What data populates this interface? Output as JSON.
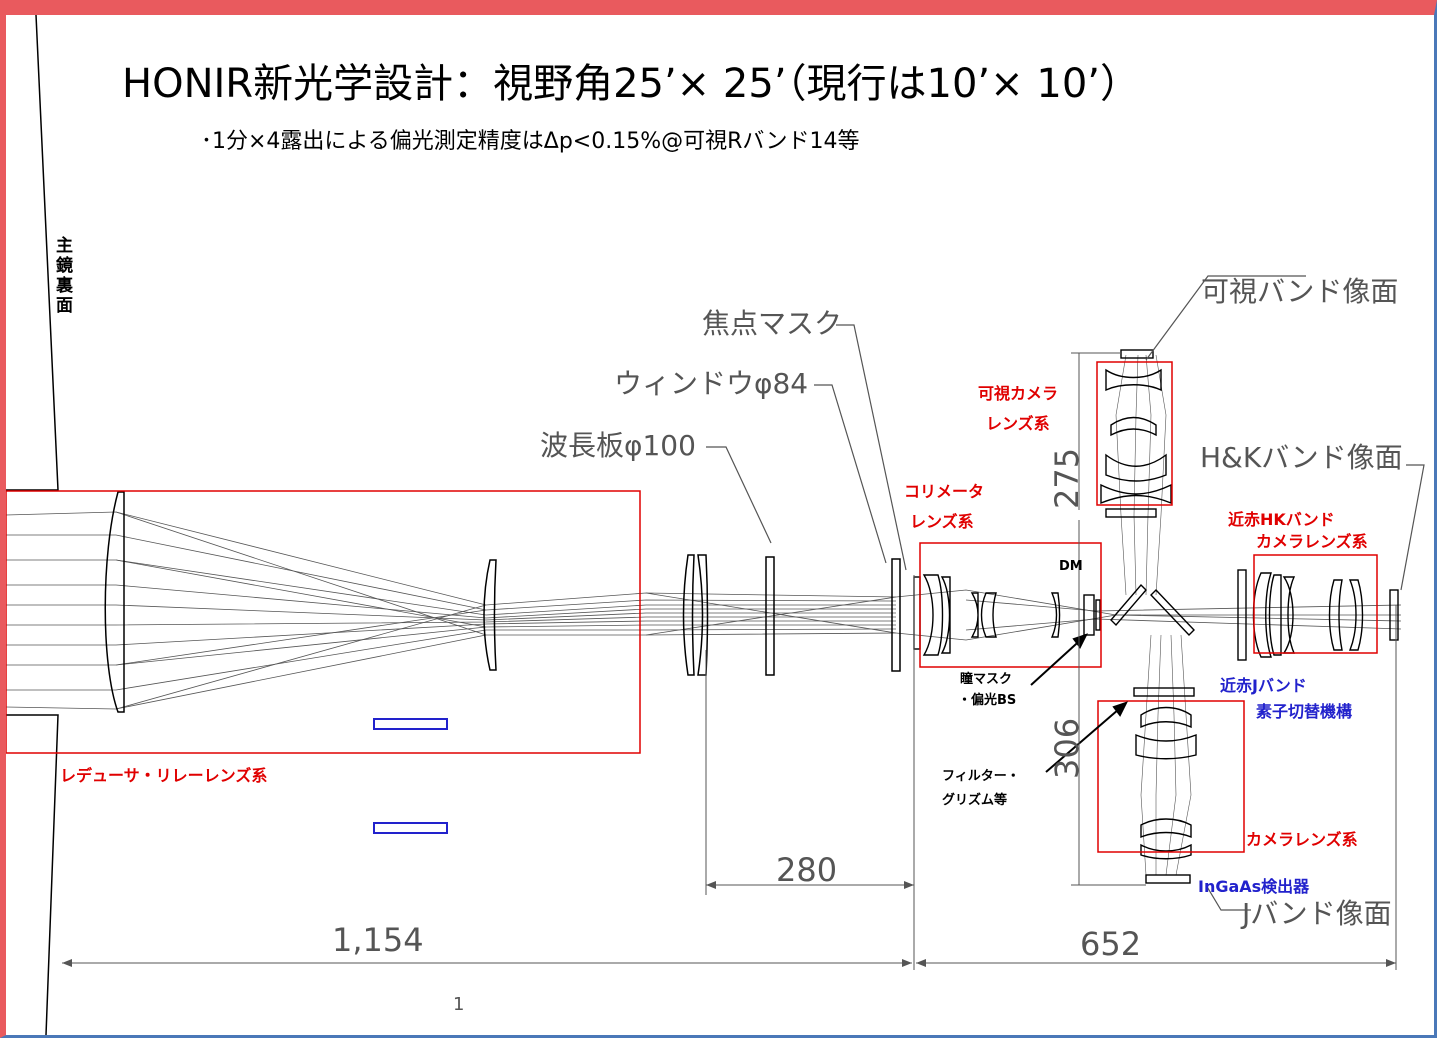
{
  "title": "HONIR新光学設計：視野角25’× 25’（現行は10’× 10’）",
  "subtitle": "･1分×4露出による偏光測定精度はΔp<0.15%@可視Rバンド14等",
  "labels": {
    "primary_mirror_back": "主鏡裏面",
    "focal_mask": "焦点マスク",
    "window": "ウィンドウφ84",
    "waveplate": "波長板φ100",
    "visible_image_plane": "可視バンド像面",
    "hk_image_plane": "H&Kバンド像面",
    "j_image_plane": "Jバンド像面",
    "visible_camera_1": "可視カメラ",
    "visible_camera_2": "レンズ系",
    "collimator_1": "コリメータ",
    "collimator_2": "レンズ系",
    "nir_hk_1": "近赤HKバンド",
    "nir_hk_2": "カメラレンズ系",
    "reducer": "レデューサ・リレーレンズ系",
    "camera_lens": "カメラレンズ系",
    "nir_j": "近赤Jバンド",
    "element_switch": "素子切替機構",
    "ingaas": "InGaAs検出器",
    "dm": "DM",
    "pupil_mask_1": "瞳マスク",
    "pupil_mask_2": "・偏光BS",
    "filter_1": "フィルター・",
    "filter_2": "グリズム等"
  },
  "dimensions": {
    "d1154": "1,154",
    "d280": "280",
    "d652": "652",
    "d275": "275",
    "d306": "306"
  },
  "page_number": "1",
  "colors": {
    "red": "#e00000",
    "blue": "#2222cc",
    "frame": "#e95a5e",
    "background": "#4a78b8"
  }
}
